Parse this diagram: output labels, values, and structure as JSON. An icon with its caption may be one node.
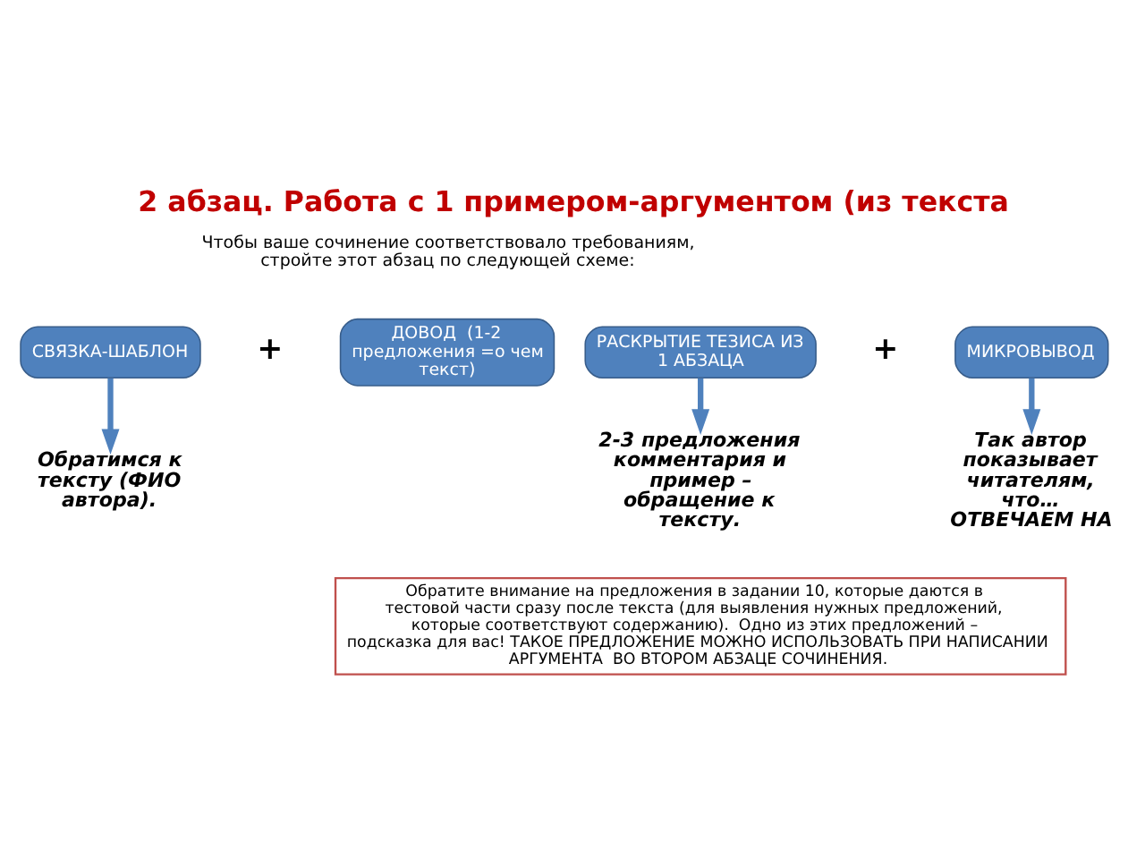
{
  "diagram": {
    "title": "2 абзац. Работа с 1 примером-аргументом (из текста",
    "nodes": [
      {
        "text": [
          "СВЯЗКА-ШАБЛОН"
        ]
      },
      {
        "text": [
          "ДОВОД  (1-2 предложения =о чем текст)"
        ]
      },
      {
        "text": [
          "РАСКРЫТИЕ ТЕЗИСА ИЗ 1 АБЗАЦА"
        ]
      },
      {
        "text": [
          "МИКРОВЫВОД"
        ]
      },
      {
        "text": [
          "Обратимся к тексту (ФИО автора)."
        ]
      },
      {
        "text": [
          "2-3 предложения комментария и пример – обращение к тексту."
        ]
      },
      {
        "text": [
          "Так автор показывает читателям, что… ОТВЕЧАЕМ НА"
        ]
      },
      {
        "text": [
          "Обратите внимание на предложения в задании 10, которые даются в тестовой части сразу после текста (для выявления нужных предложений, которые соответствуют содержанию).  Одно из этих предложений – подсказка для вас! ТАКОЕ ПРЕДЛОЖЕНИЕ МОЖНО ИСПОЛЬЗОВАТЬ ПРИ НАПИСАНИИ АРГУМЕНТА  ВО ВТОРОМ АБЗАЦЕ СОЧИНЕНИЯ."
        ]
      }
    ],
    "edges": [
      {
        "from": 0,
        "to": 4,
        "arrow": "to"
      },
      {
        "from": 2,
        "to": 5,
        "arrow": "to"
      },
      {
        "from": 3,
        "to": 6,
        "arrow": "to"
      }
    ],
    "labels": [
      "Чтобы ваше сочинение соответствовало требованиям, стройте этот абзац по следующей схеме:",
      "+",
      "+"
    ]
  }
}
